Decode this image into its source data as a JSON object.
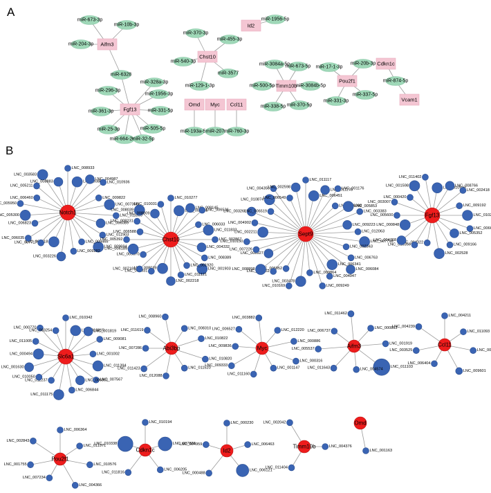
{
  "panels": {
    "a": "A",
    "b": "B"
  },
  "colors": {
    "mirna": "#9fd8b8",
    "gene": "#f4c6d3",
    "lnc": "#3a64b3",
    "hub": "#ee1c1c",
    "edge": "#9a9a9a"
  },
  "panel_a": {
    "groups": [
      {
        "gene": "Aifm3",
        "mirnas": [
          "miR-673-3p",
          "miR-10b-3p",
          "miR-204-3p",
          "miR-6328"
        ]
      },
      {
        "gene": "Fgf13",
        "mirnas": [
          "miR-6328",
          "miR-296-3p",
          "miR-328a-3p",
          "miR-1956-3p",
          "miR-361-3p",
          "miR-331-5p",
          "miR-25-3p",
          "miR-505-5p",
          "miR-664-2-5p",
          "miR-32-5p"
        ]
      },
      {
        "gene": "Chst10",
        "mirnas": [
          "miR-370-3p",
          "miR-455-3p",
          "miR-540-3p",
          "miR-3577",
          "miR-129-1-3p"
        ]
      },
      {
        "gene": "Id2",
        "mirnas": [
          "miR-1956-5p"
        ]
      },
      {
        "gene": "Omd",
        "mirnas": [
          "miR-193a-5p"
        ]
      },
      {
        "gene": "Myc",
        "mirnas": [
          "miR-207"
        ]
      },
      {
        "gene": "Ccl11",
        "mirnas": [
          "miR-760-3p"
        ]
      },
      {
        "gene": "Timm10b",
        "mirnas": [
          "miR-3084a-5p",
          "miR-673-5p",
          "miR-500-5p",
          "miR-3084b-5p",
          "miR-338-5p",
          "miR-370-5p"
        ]
      },
      {
        "gene": "Pou2f1",
        "mirnas": [
          "miR-17-1-3p",
          "miR-20b-3p",
          "miR-331-3p",
          "miR-337-5p"
        ]
      },
      {
        "gene": "Cdkn1c",
        "mirnas": [
          "miR-874-5p"
        ]
      },
      {
        "gene": "Vcam1",
        "mirnas": [
          "miR-874-5p"
        ]
      }
    ]
  },
  "panel_b": {
    "hubs": [
      {
        "gene": "Notch1",
        "lncs": [
          "LNC_008933",
          "LNC_008032",
          "LNC_004987",
          "LNC_010936",
          "LNC_009822",
          "LNC_007300",
          "LNC_011395",
          "LNC_006089",
          "LNC_011903",
          "LNC_009694",
          "LNC_009465",
          "LNC_009282",
          "LNC_003226",
          "LNC_006418",
          "LNC_007717",
          "LNC_006035",
          "LNC_006823",
          "LNC_005300",
          "LNC_005950",
          "LNC_006460",
          "LNC_005211",
          "LNC_003583",
          "LNC_008883"
        ]
      },
      {
        "gene": "Chst10",
        "lncs": [
          "LNC_010277",
          "LNC_009148",
          "LNC_008145",
          "LNC_006536",
          "LNC_006033",
          "LNC_011833",
          "LNC_002867",
          "LNC_004332",
          "LNC_008389",
          "LNC_001903",
          "LNC_001920",
          "LNC_011121",
          "LNC_002218",
          "LNC_008039",
          "LNC_008031",
          "LNC_007193",
          "LNC_009570",
          "LNC_006189",
          "LNC_005392",
          "LNC_006588",
          "LNC_008231",
          "LNC_008039",
          "LNC_008009",
          "LNC_010031"
        ]
      },
      {
        "gene": "Sept9",
        "lncs": [
          "LNC_011117",
          "LNC_006451",
          "LNC_011276",
          "LNC_001176",
          "LNC_006098",
          "LNC_005853",
          "LNC_003383",
          "LNC_009223",
          "LNC_012063",
          "LNC_007798",
          "LNC_002343",
          "LNC_006763",
          "LNC_006084",
          "LNC_006341",
          "LNC_004947",
          "LNC_009249",
          "LNC_009864",
          "LNC_003478",
          "LNC_010169",
          "LNC_006952",
          "LNC_002352",
          "LNC_008898",
          "LNC_006927",
          "LNC_007226",
          "LNC_010150",
          "LNC_002211",
          "LNC_004902",
          "LNC_003261",
          "LNC_006519",
          "LNC_010874",
          "LNC_004356",
          "LNC_006549",
          "LNC_002598"
        ]
      },
      {
        "gene": "Fgf13",
        "lncs": [
          "LNC_011402",
          "LNC_010933",
          "LNC_008766",
          "LNC_002418",
          "LNC_009192",
          "LNC_010205",
          "LNC_006689",
          "LNC_005352",
          "LNC_009166",
          "LNC_002528",
          "LNC_004322",
          "LNC_010359",
          "LNC_004768",
          "LNC_000848",
          "LNC_005600",
          "LNC_003007",
          "LNC_000420",
          "LNC_001598"
        ]
      },
      {
        "gene": "Slc6a1",
        "lncs": [
          "LNC_010342",
          "LNC_010915",
          "LNC_001819",
          "LNC_009081",
          "LNC_001002",
          "LNC_011394",
          "LNC_007567",
          "LNC_006851",
          "LNC_006844",
          "LNC_011175",
          "LNC_011237",
          "LNC_010050",
          "LNC_001630",
          "LNC_000494",
          "LNC_011005",
          "LNC_000770",
          "LNC_003254"
        ]
      },
      {
        "gene": "Abi3bp",
        "lncs": [
          "LNC_008960",
          "LNC_008310",
          "LNC_010822",
          "LNC_010820",
          "LNC_011520",
          "LNC_012088",
          "LNC_011423",
          "LNC_007286",
          "LNC_011619"
        ]
      },
      {
        "gene": "Myc",
        "lncs": [
          "LNC_003882",
          "LNC_012220",
          "LNC_000886",
          "LNC_000316",
          "LNC_001147",
          "LNC_011160",
          "LNC_009333",
          "LNC_009836",
          "LNC_006527"
        ]
      },
      {
        "gene": "Aifm3",
        "lncs": [
          "LNC_011462",
          "LNC_000893",
          "LNC_001919",
          "LNC_011103",
          "LNC_004574",
          "LNC_011643",
          "LNC_005537",
          "LNC_006737"
        ]
      },
      {
        "gene": "Ccl11",
        "lncs": [
          "LNC_004211",
          "LNC_011093",
          "LNC_000697",
          "LNC_009601",
          "LNC_006404",
          "LNC_003525",
          "LNC_004239"
        ]
      },
      {
        "gene": "Pou2f1",
        "lncs": [
          "LNC_006364",
          "LNC_011971",
          "LNC_010576",
          "LNC_004366",
          "LNC_007234",
          "LNC_001755",
          "LNC_002843"
        ]
      },
      {
        "gene": "Cdkn1c",
        "lncs": [
          "LNC_010194",
          "LNC_007828",
          "LNC_006205",
          "LNC_011816",
          "LNC_010338"
        ]
      },
      {
        "gene": "Id2",
        "lncs": [
          "LNC_000230",
          "LNC_006463",
          "LNC_006121",
          "LNC_000488",
          "LNC_004959"
        ]
      },
      {
        "gene": "Timm10b",
        "lncs": [
          "LNC_002042",
          "LNC_004376",
          "LNC_011404"
        ]
      },
      {
        "gene": "Omd",
        "lncs": [
          "LNC_001163"
        ]
      }
    ]
  }
}
